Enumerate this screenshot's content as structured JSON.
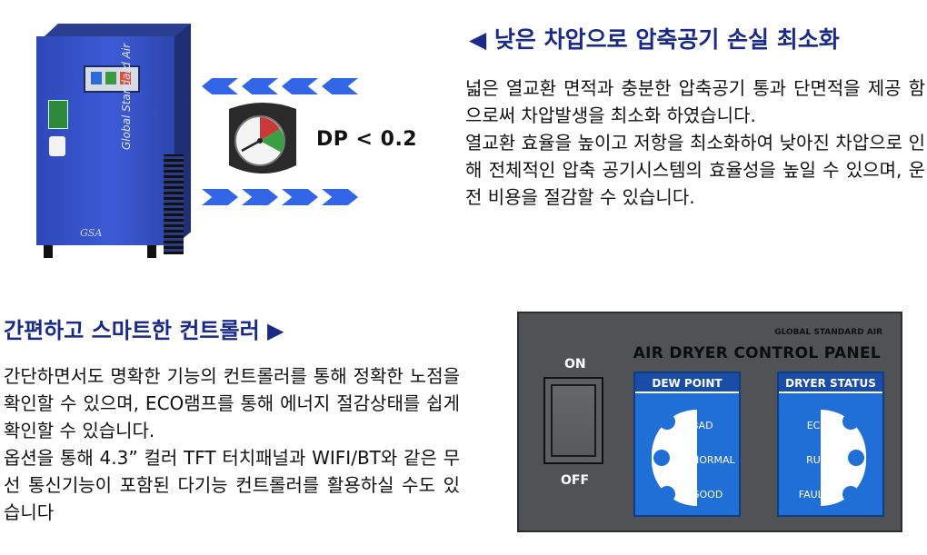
{
  "section1": {
    "heading": "◀ 낮은 차압으로 압축공기  손실 최소화",
    "paragraph_1": "넓은 열교환 면적과 충분한 압축공기 통과 단면적을 제공 함으로써 차압발생을 최소화 하였습니다.",
    "paragraph_2": "열교환 효율을 높이고 저항을 최소화하여 낮아진 차압으로 인해 전체적인 압축 공기시스템의 효율성을 높일 수 있으며, 운전 비용을 절감할 수 있습니다."
  },
  "illustration": {
    "dp_label": "DP  <  0.2",
    "unit_side_text": "Global Standard Air",
    "unit_logo_text": "GSA",
    "colors": {
      "unit_blue": "#3353cc",
      "arrow_blue": "#3366e6"
    }
  },
  "section2": {
    "heading": "간편하고 스마트한 컨트롤러 ▶",
    "paragraph_1": "간단하면서도 명확한 기능의 컨트롤러를 통해 정확한 노점을 확인할 수 있으며, ECO램프를 통해 에너지 절감상태를 쉽게 확인할 수 있습니다.",
    "paragraph_2": "옵션을 통해 4.3” 컬러 TFT 터치패널과 WIFI/BT와 같은 무선 통신기능이 포함된 다기능 컨트롤러를 활용하실 수도 있습니다"
  },
  "control_panel": {
    "brand": "GLOBAL STANDARD AIR",
    "title": "AIR DRYER CONTROL PANEL",
    "switch_on": "ON",
    "switch_off": "OFF",
    "dew_point": {
      "header": "DEW POINT",
      "labels": [
        "BAD",
        "NORMAL",
        "GOOD"
      ]
    },
    "dryer_status": {
      "header": "DRYER STATUS",
      "labels": [
        "ECO",
        "RUN",
        "FAULT"
      ]
    },
    "colors": {
      "panel": "#505256",
      "box": "#1f6fd6",
      "box_header": "#1a4da8"
    }
  }
}
